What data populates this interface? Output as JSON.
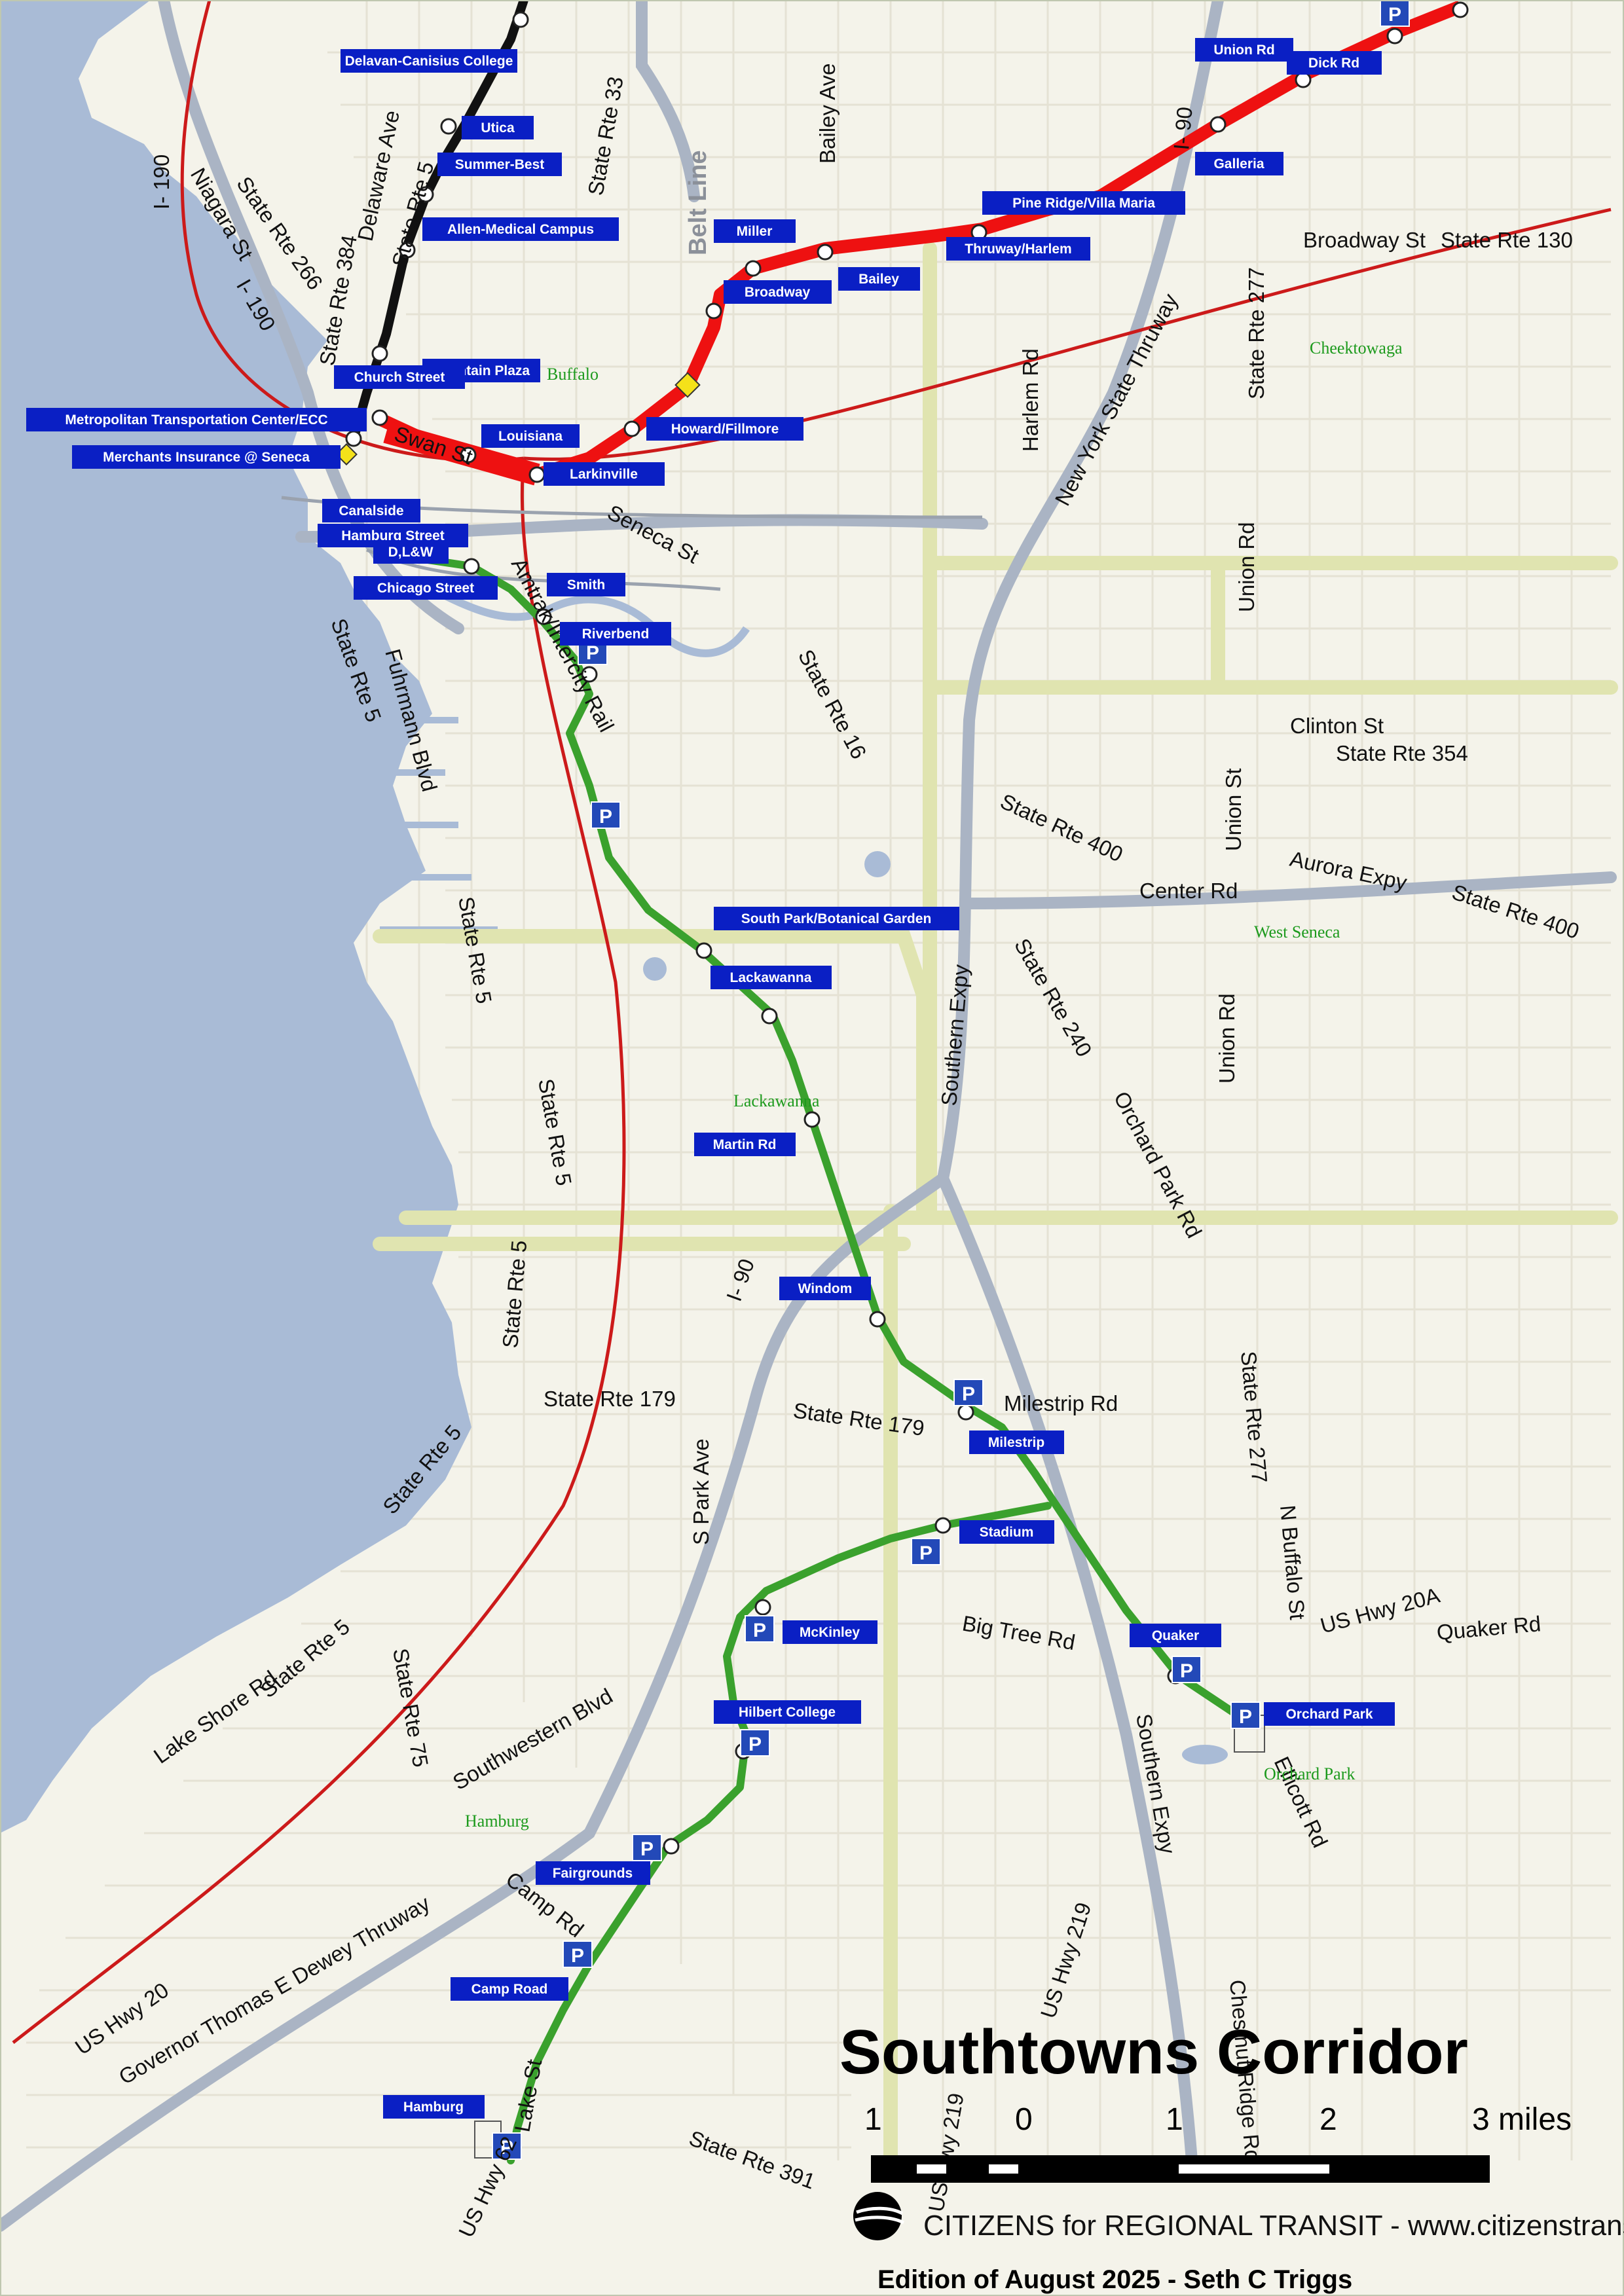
{
  "title": "Southtowns Corridor",
  "scale": {
    "labels": [
      "1",
      "0",
      "1",
      "2",
      "3 miles"
    ]
  },
  "organization": "CITIZENS for REGIONAL TRANSIT - www.citizenstransit.org",
  "edition": "Edition of August 2025 - Seth C Triggs",
  "colors": {
    "water": "#a9bbd6",
    "land": "#f4f3ea",
    "green_line": "#3aa12d",
    "red_line": "#ee1111",
    "black_line": "#111111",
    "amtrak": "#cc1a1a",
    "highway": "#aab4c4",
    "station_label_bg": "#0a1fc4",
    "boundary": "#e0e4b0"
  },
  "stations": {
    "delavan_canisius": "Delavan-Canisius College",
    "utica": "Utica",
    "summer_best": "Summer-Best",
    "allen_medical": "Allen-Medical Campus",
    "fountain_plaza": "Fountain Plaza",
    "church_street": "Church Street",
    "metro_center": "Metropolitan Transportation Center/ECC",
    "merchants": "Merchants Insurance @ Seneca",
    "canalside": "Canalside",
    "hamburg_street": "Hamburg Street",
    "dlw": "D,L&W",
    "chicago_street": "Chicago Street",
    "smith": "Smith",
    "riverbend": "Riverbend",
    "louisiana": "Louisiana",
    "larkinville": "Larkinville",
    "howard_fillmore": "Howard/Fillmore",
    "broadway": "Broadway",
    "miller": "Miller",
    "bailey": "Bailey",
    "thruway_harlem": "Thruway/Harlem",
    "pine_ridge": "Pine Ridge/Villa Maria",
    "galleria": "Galleria",
    "union_rd": "Union Rd",
    "dick_rd": "Dick Rd",
    "south_park": "South Park/Botanical Garden",
    "lackawanna": "Lackawanna",
    "martin_rd": "Martin Rd",
    "windom": "Windom",
    "milestrip": "Milestrip",
    "stadium": "Stadium",
    "mckinley": "McKinley",
    "hilbert": "Hilbert College",
    "fairgrounds": "Fairgrounds",
    "camp_road": "Camp Road",
    "hamburg": "Hamburg",
    "quaker": "Quaker",
    "orchard_park": "Orchard Park"
  },
  "roads": {
    "i190_a": "I- 190",
    "niagara": "Niagara St",
    "rte266": "State Rte 266",
    "i190_b": "I- 190",
    "rte384": "State Rte 384",
    "delaware": "Delaware Ave",
    "rte5_a": "State Rte 5",
    "rte33": "State Rte 33",
    "belt_line": "Belt Line",
    "bailey_ave": "Bailey Ave",
    "i90_a": "I- 90",
    "broadway_st": "Broadway St",
    "rte130": "State Rte 130",
    "rte277_a": "State Rte 277",
    "harlem": "Harlem Rd",
    "nys_thruway": "New York State Thruway",
    "swan": "Swan St",
    "seneca": "Seneca St",
    "union_rd_a": "Union Rd",
    "amtrak": "Amtrak/Intercity Rail",
    "rte16": "State Rte 16",
    "rte5_b": "State Rte 5",
    "fuhrmann": "Fuhrmann Blvd",
    "clinton": "Clinton St",
    "rte354": "State Rte 354",
    "union_st": "Union St",
    "rte400_a": "State Rte 400",
    "center_rd": "Center Rd",
    "aurora": "Aurora Expy",
    "rte400_b": "State Rte 400",
    "rte5_c": "State Rte 5",
    "rte240": "State Rte 240",
    "southern_expy_a": "Southern Expy",
    "union_rd_b": "Union Rd",
    "rte5_d": "State Rte 5",
    "orchard_park_rd": "Orchard Park Rd",
    "i90_b": "I- 90",
    "rte277_b": "State Rte 277",
    "milestrip_rd": "Milestrip Rd",
    "rte179_a": "State Rte 179",
    "rte179_b": "State Rte 179",
    "rte5_e": "State Rte 5",
    "rte5_f": "State Rte 5",
    "s_park": "S Park Ave",
    "n_buffalo": "N Buffalo St",
    "big_tree": "Big Tree Rd",
    "us20a": "US Hwy 20A",
    "quaker_rd": "Quaker Rd",
    "lake_shore": "Lake Shore Rd",
    "rte5_g": "State Rte 5",
    "rte75": "State Rte 75",
    "southwestern": "Southwestern Blvd",
    "southern_expy_b": "Southern Expy",
    "ellicott": "Ellicott Rd",
    "us20": "US Hwy 20",
    "dewey": "Governor Thomas E Dewey Thruway",
    "camp_rd": "Camp Rd",
    "us219_a": "US Hwy 219",
    "us219_b": "US Hwy 219",
    "chestnut": "Chestnut Ridge Rd",
    "lake_st": "Lake St",
    "us62": "US Hwy 62",
    "rte391": "State Rte 391"
  },
  "towns": {
    "buffalo": "Buffalo",
    "cheektowaga": "Cheektowaga",
    "west_seneca": "West Seneca",
    "lackawanna": "Lackawanna",
    "orchard_park": "Orchard Park",
    "hamburg": "Hamburg"
  },
  "parking_symbol": "P"
}
